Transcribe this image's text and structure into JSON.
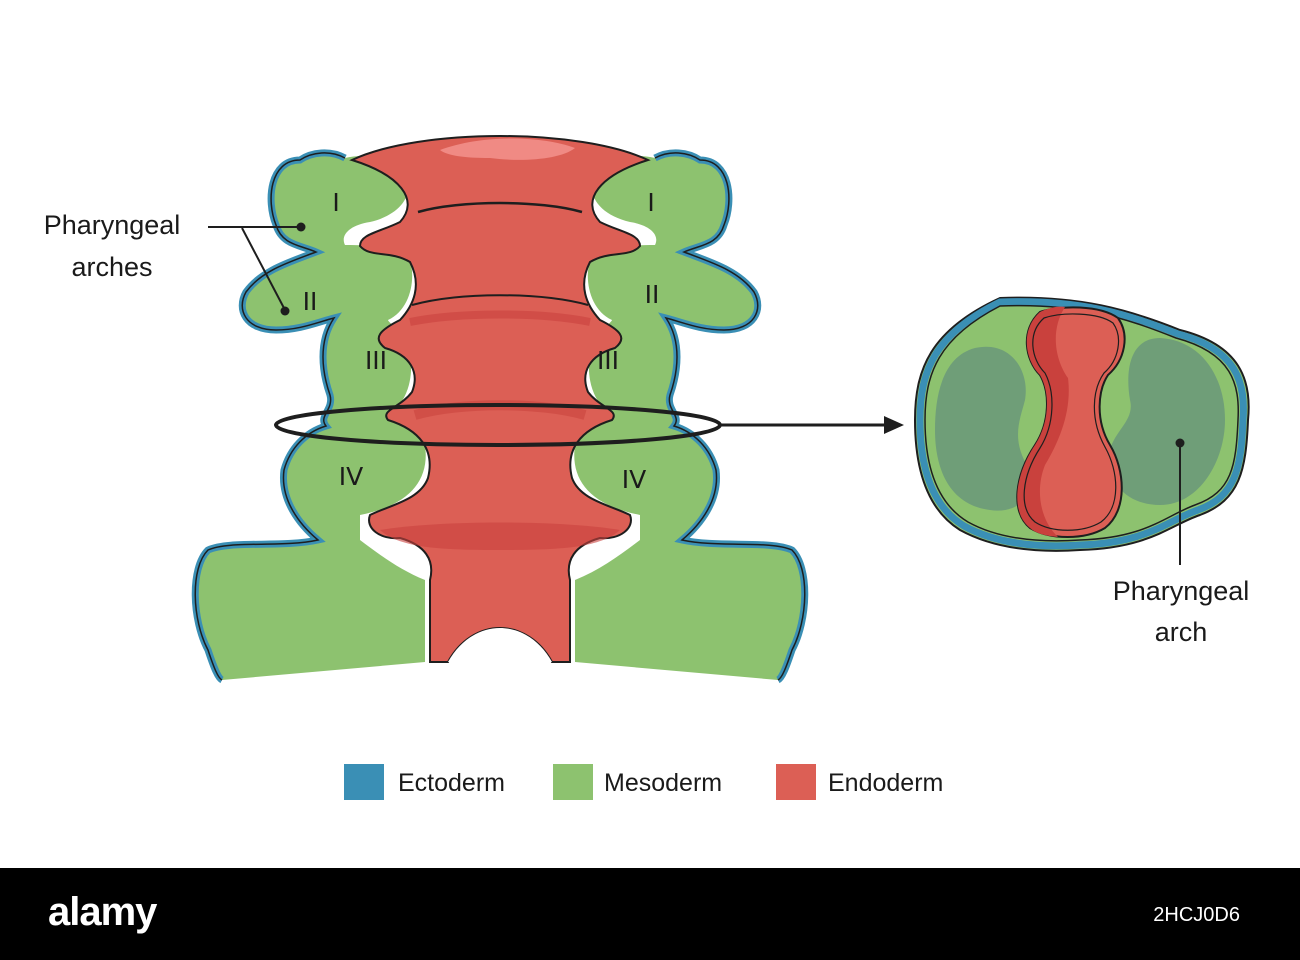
{
  "colors": {
    "ectoderm": "#3a8fb5",
    "mesoderm": "#8dc26f",
    "endoderm": "#dc5f55",
    "endoderm_dark": "#c9413d",
    "endoderm_light": "#f08a84",
    "mesoderm_core": "#6f9e78",
    "outline": "#1e1e1e"
  },
  "labels": {
    "pharyngeal_arches": [
      "Pharyngeal",
      "arches"
    ],
    "pharyngeal_arch": [
      "Pharyngeal",
      "arch"
    ]
  },
  "arch_numerals": [
    "I",
    "II",
    "III",
    "IV"
  ],
  "legend": [
    {
      "name": "Ectoderm",
      "color": "#3a8fb5"
    },
    {
      "name": "Mesoderm",
      "color": "#8dc26f"
    },
    {
      "name": "Endoderm",
      "color": "#dc5f55"
    }
  ],
  "watermark": {
    "logo": "alamy",
    "image_id": "2HCJ0D6"
  }
}
